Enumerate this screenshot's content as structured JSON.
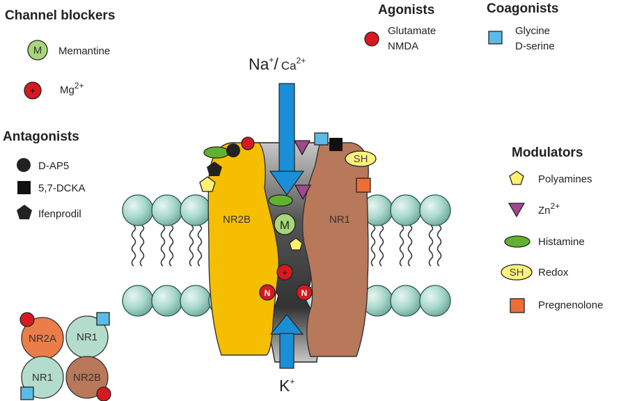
{
  "legend": {
    "channel_blockers": {
      "title": "Channel blockers",
      "items": [
        {
          "icon": "memantine-circle-icon",
          "symbol": "M",
          "label": "Memantine"
        },
        {
          "icon": "magnesium-circle-icon",
          "symbol": "+",
          "label": "Mg",
          "sup": "2+"
        }
      ]
    },
    "antagonists": {
      "title": "Antagonists",
      "items": [
        {
          "icon": "black-circle-icon",
          "label": "D-AP5"
        },
        {
          "icon": "black-square-icon",
          "label": "5,7-DCKA"
        },
        {
          "icon": "black-pentagon-icon",
          "label": "Ifenprodil"
        }
      ]
    },
    "agonists": {
      "title": "Agonists",
      "icon": "red-circle-icon",
      "items": [
        "Glutamate",
        "NMDA"
      ]
    },
    "coagonists": {
      "title": "Coagonists",
      "icon": "blue-square-icon",
      "items": [
        "Glycine",
        "D-serine"
      ]
    },
    "modulators": {
      "title": "Modulators",
      "items": [
        {
          "icon": "yellow-pentagon-icon",
          "label": "Polyamines"
        },
        {
          "icon": "purple-triangle-icon",
          "label": "Zn",
          "sup": "2+"
        },
        {
          "icon": "green-ellipse-icon",
          "label": "Histamine"
        },
        {
          "icon": "redox-ellipse-icon",
          "symbol": "SH",
          "label": "Redox"
        },
        {
          "icon": "orange-square-icon",
          "label": "Pregnenolone"
        }
      ]
    }
  },
  "ions": {
    "influx": {
      "na": "Na",
      "na_sup": "+",
      "sep": "/",
      "ca": "Ca",
      "ca_sup": "2+"
    },
    "efflux": {
      "k": "K",
      "k_sup": "+"
    }
  },
  "receptor": {
    "subunit_left": "NR2B",
    "subunit_right": "NR1",
    "pore_blocker": "M",
    "pore_mg": "+",
    "n_site": "N",
    "redox_site": "SH"
  },
  "assembly": {
    "subunits": [
      "NR2A",
      "NR1",
      "NR1",
      "NR2B"
    ]
  },
  "colors": {
    "nr2b": "#f5be00",
    "nr1": "#b8785a",
    "nr2a": "#ec7d48",
    "lipid": "#a9d9cd",
    "arrow": "#1a8fd8",
    "agonist": "#d71920",
    "coagonist": "#5bbbe6",
    "memantine": "#a7d77a",
    "histamine": "#62b130",
    "polyamine": "#fff06e",
    "zinc": "#a2488f",
    "pregnenolone": "#ef6e35",
    "redox": "#fff27c"
  }
}
